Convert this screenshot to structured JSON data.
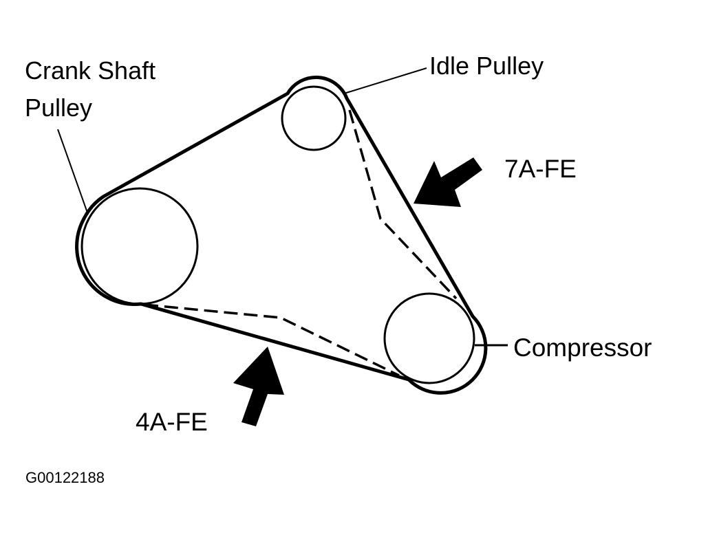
{
  "labels": {
    "crank_shaft_line1": "Crank Shaft",
    "crank_shaft_line2": "Pulley",
    "idle_pulley": "Idle Pulley",
    "compressor": "Compressor",
    "engine_7a": "7A-FE",
    "engine_4a": "4A-FE",
    "figure_code": "G00122188"
  },
  "colors": {
    "line": "#000000",
    "background": "#ffffff"
  }
}
